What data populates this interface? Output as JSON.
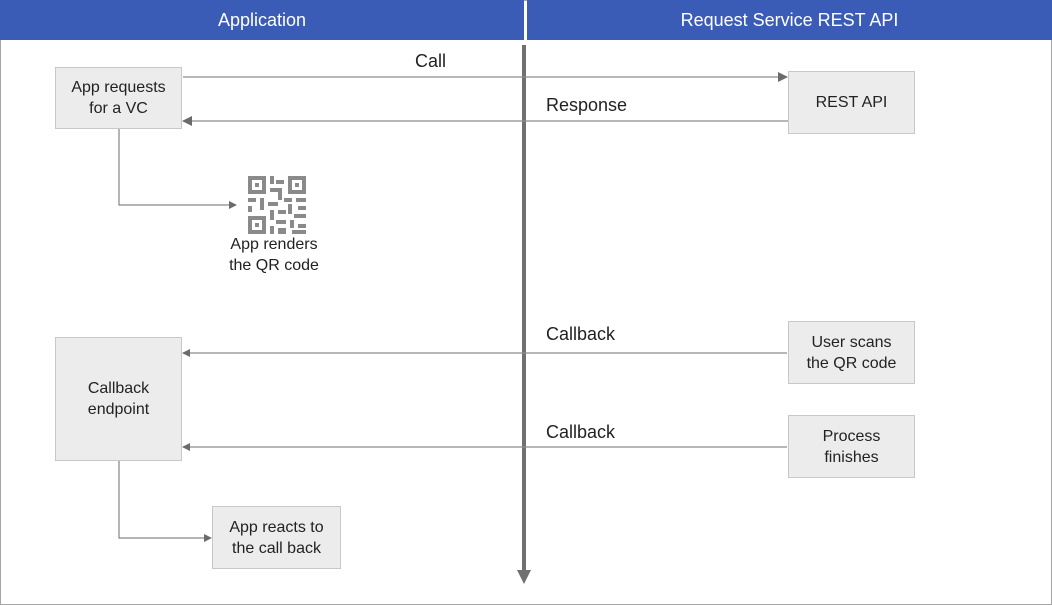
{
  "headers": {
    "left": "Application",
    "right": "Request Service REST API"
  },
  "boxes": {
    "app_requests": "App requests\nfor a VC",
    "rest_api": "REST API",
    "callback_endpoint": "Callback\nendpoint",
    "user_scans": "User scans\nthe QR code",
    "process_finishes": "Process\nfinishes",
    "app_reacts": "App reacts to\nthe call back"
  },
  "arrow_labels": {
    "call": "Call",
    "response": "Response",
    "callback_1": "Callback",
    "callback_2": "Callback"
  },
  "qr": {
    "label": "App renders\nthe QR code",
    "icon": "qr-code-icon"
  },
  "colors": {
    "header_bg": "#3a5bb6",
    "box_bg": "#ececec",
    "timeline": "#707070",
    "arrow": "#8c8c8c"
  }
}
